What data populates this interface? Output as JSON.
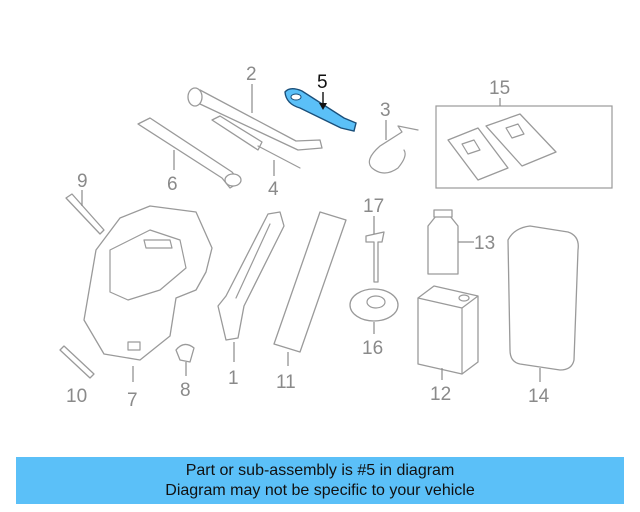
{
  "diagram": {
    "callouts": {
      "c1": "1",
      "c2": "2",
      "c3": "3",
      "c4": "4",
      "c5": "5",
      "c6": "6",
      "c7": "7",
      "c8": "8",
      "c9": "9",
      "c10": "10",
      "c11": "11",
      "c12": "12",
      "c13": "13",
      "c14": "14",
      "c15": "15",
      "c16": "16",
      "c17": "17"
    },
    "highlighted_part": "5",
    "highlight_color": "#5bc0f8",
    "line_color": "#9a9a9a"
  },
  "banner": {
    "line1": "Part or sub-assembly is #5 in diagram",
    "line2": "Diagram may not be specific to your vehicle",
    "background": "#5bc0f8"
  }
}
